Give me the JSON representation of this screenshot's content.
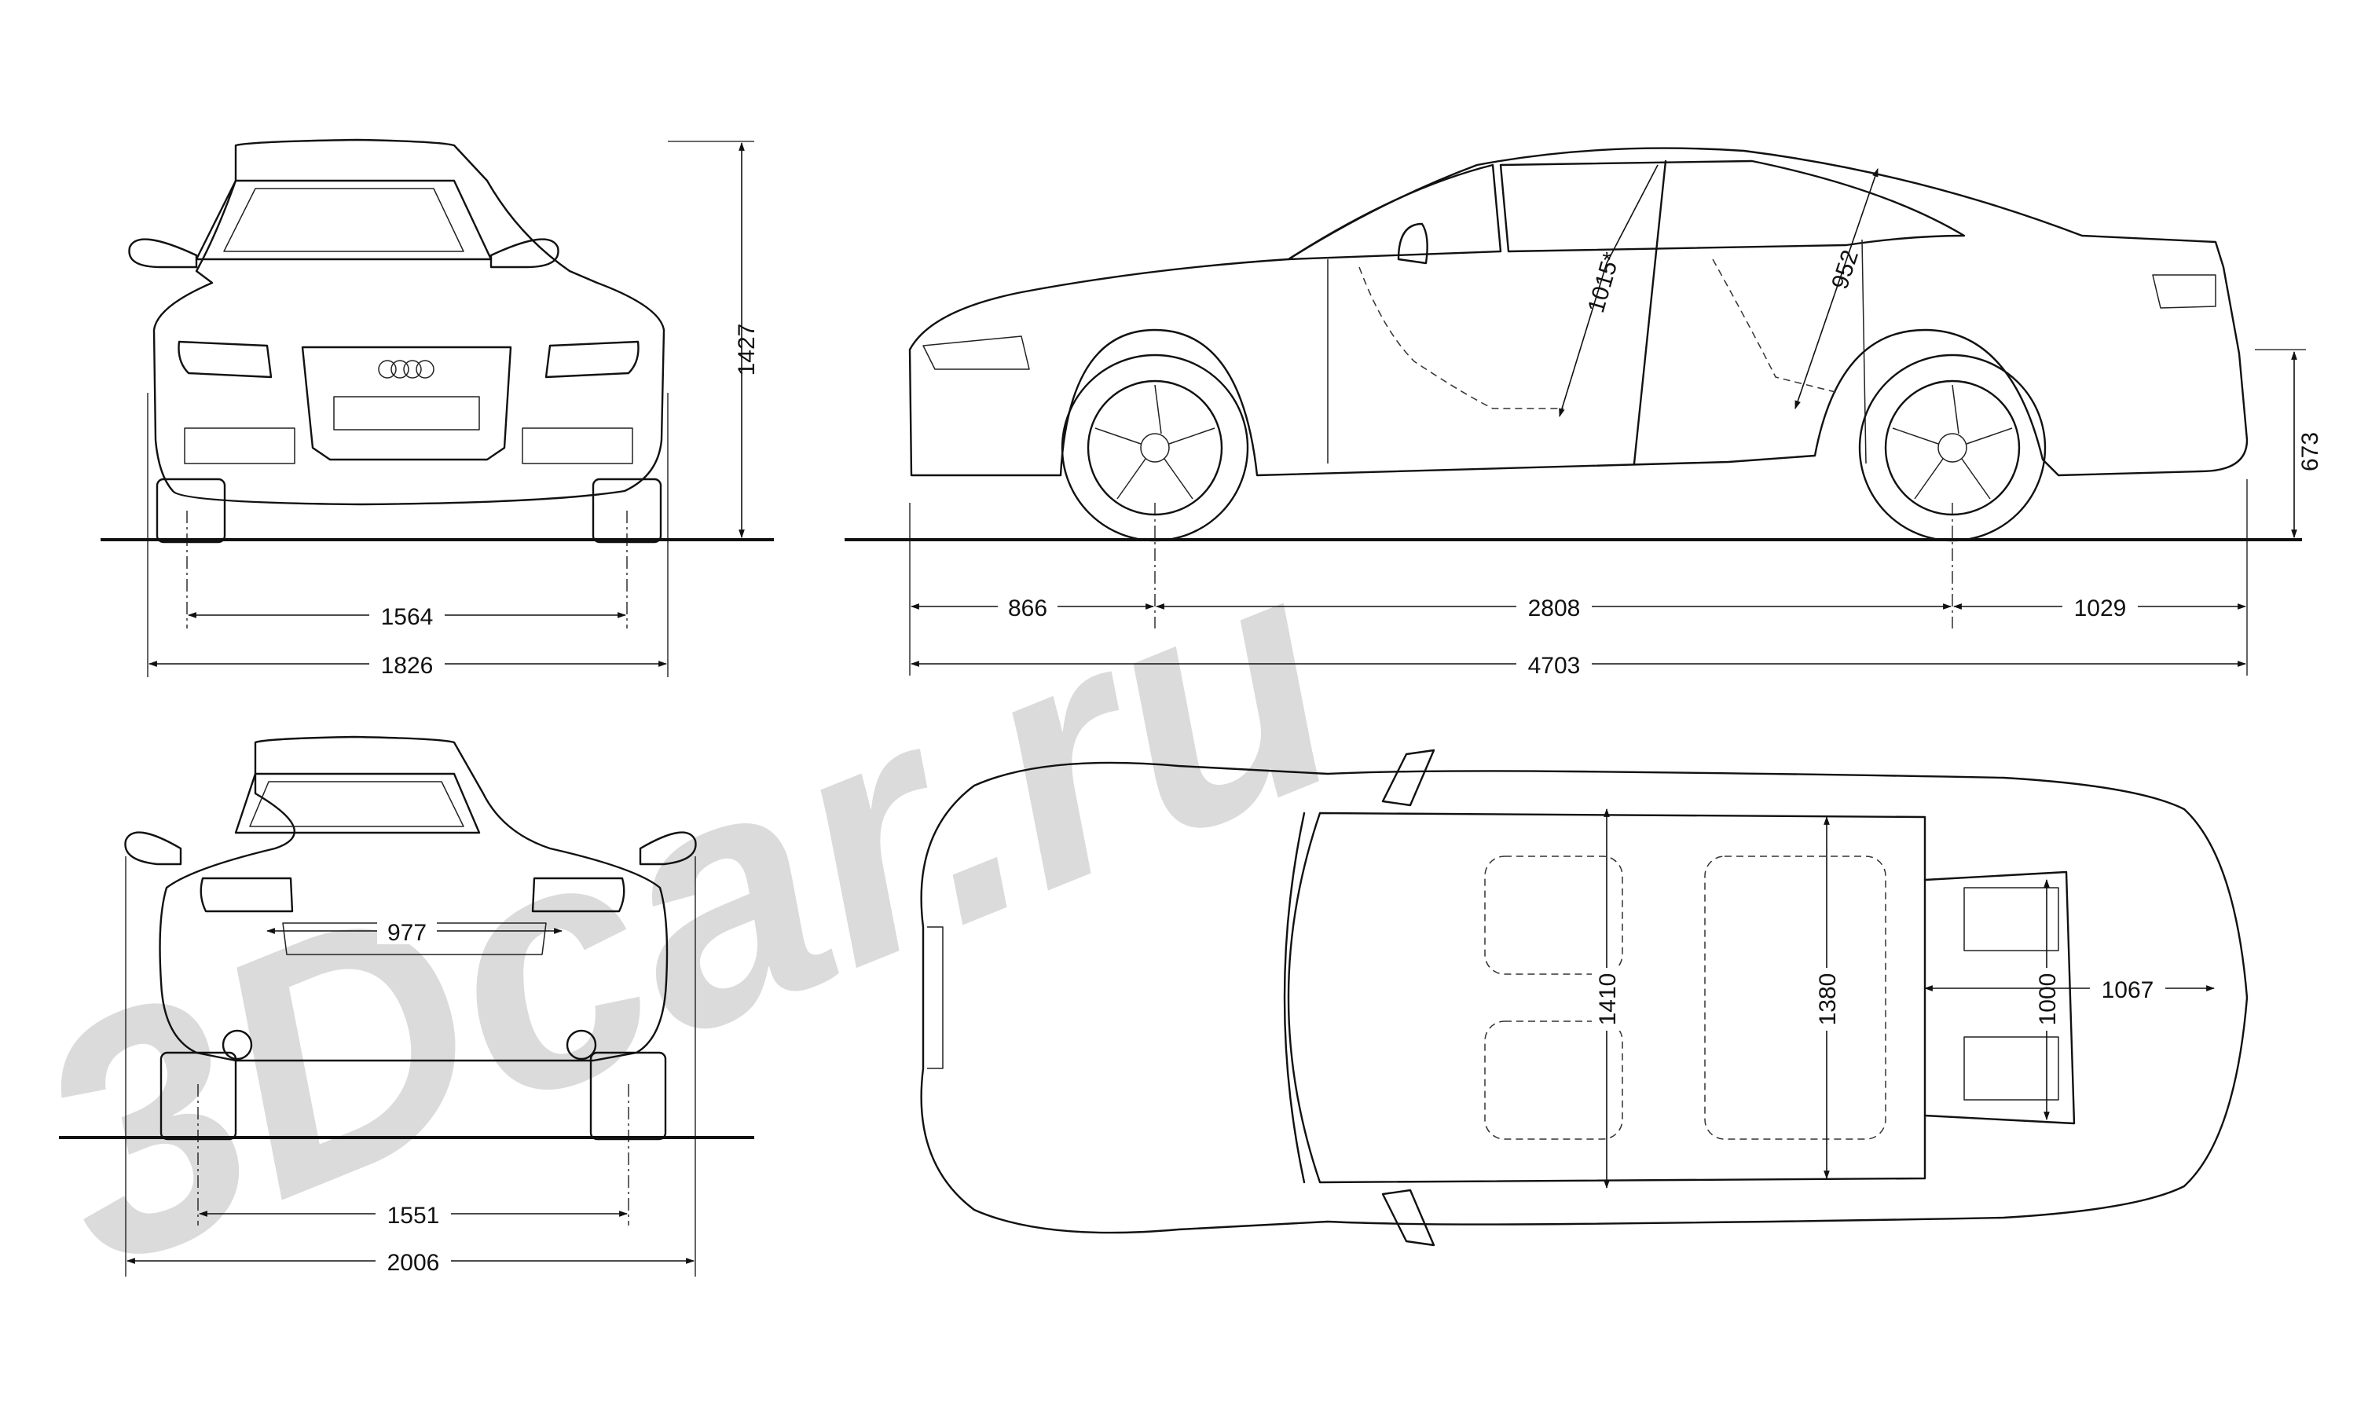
{
  "watermark": {
    "text": "3Dcar.ru",
    "color": "#cfcfcf"
  },
  "line_color": "#111111",
  "background": "#ffffff",
  "views": {
    "front": {
      "height_label": "1427",
      "track_label": "1564",
      "width_label": "1826"
    },
    "side": {
      "front_overhang_label": "866",
      "wheelbase_label": "2808",
      "rear_overhang_label": "1029",
      "length_label": "4703",
      "bumper_height_label": "673",
      "front_headroom_label": "1015*",
      "rear_headroom_label": "952"
    },
    "rear": {
      "track_label": "1551",
      "width_mirrors_label": "2006",
      "trunk_opening_label": "977"
    },
    "top": {
      "front_shoulder_label": "1410",
      "rear_shoulder_label": "1380",
      "trunk_width_label": "1000",
      "trunk_depth_label": "1067"
    }
  }
}
